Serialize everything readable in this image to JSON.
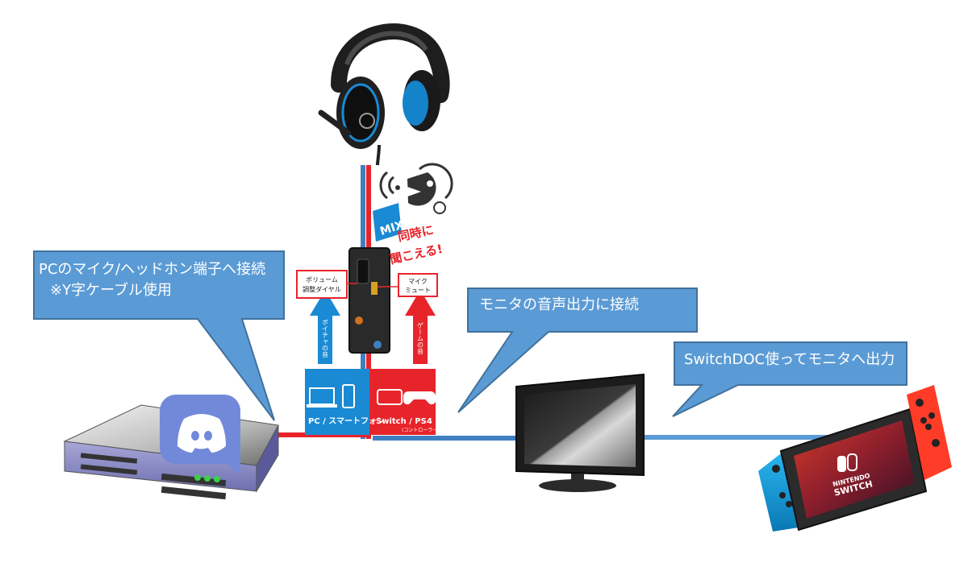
{
  "callouts": {
    "pc": {
      "line1": "PCのマイク/ヘッドホン端子へ接続",
      "line2": "※Y字ケーブル使用"
    },
    "monitor": {
      "text": "モニタの音声出力に接続"
    },
    "switch": {
      "text": "SwitchDOC使ってモニタへ出力"
    }
  },
  "product_graphic": {
    "mix_label": "MIX",
    "simultaneous_line1": "同時に",
    "simultaneous_line2": "聞こえる!",
    "volume_label_line1": "ボリューム",
    "volume_label_line2": "調整ダイヤル",
    "mute_label_line1": "マイク",
    "mute_label_line2": "ミュート",
    "voice_chat_label": "ボイチャの音",
    "game_audio_label": "ゲームの音",
    "left_device_label": "PC / スマートフォン",
    "right_device_label": "Switch / PS4",
    "right_device_sub": "(コントローラー)"
  },
  "device_logos": {
    "nintendo": "NINTENDO",
    "switch": "SWITCH"
  },
  "colors": {
    "callout_fill": "#5b9bd5",
    "callout_stroke": "#41719c",
    "cable_red": "#e8242b",
    "cable_blue": "#3f7fc1",
    "discord_blurple": "#7289da",
    "joycon_red": "#ff3c28",
    "joycon_blue": "#0ab9e6"
  }
}
